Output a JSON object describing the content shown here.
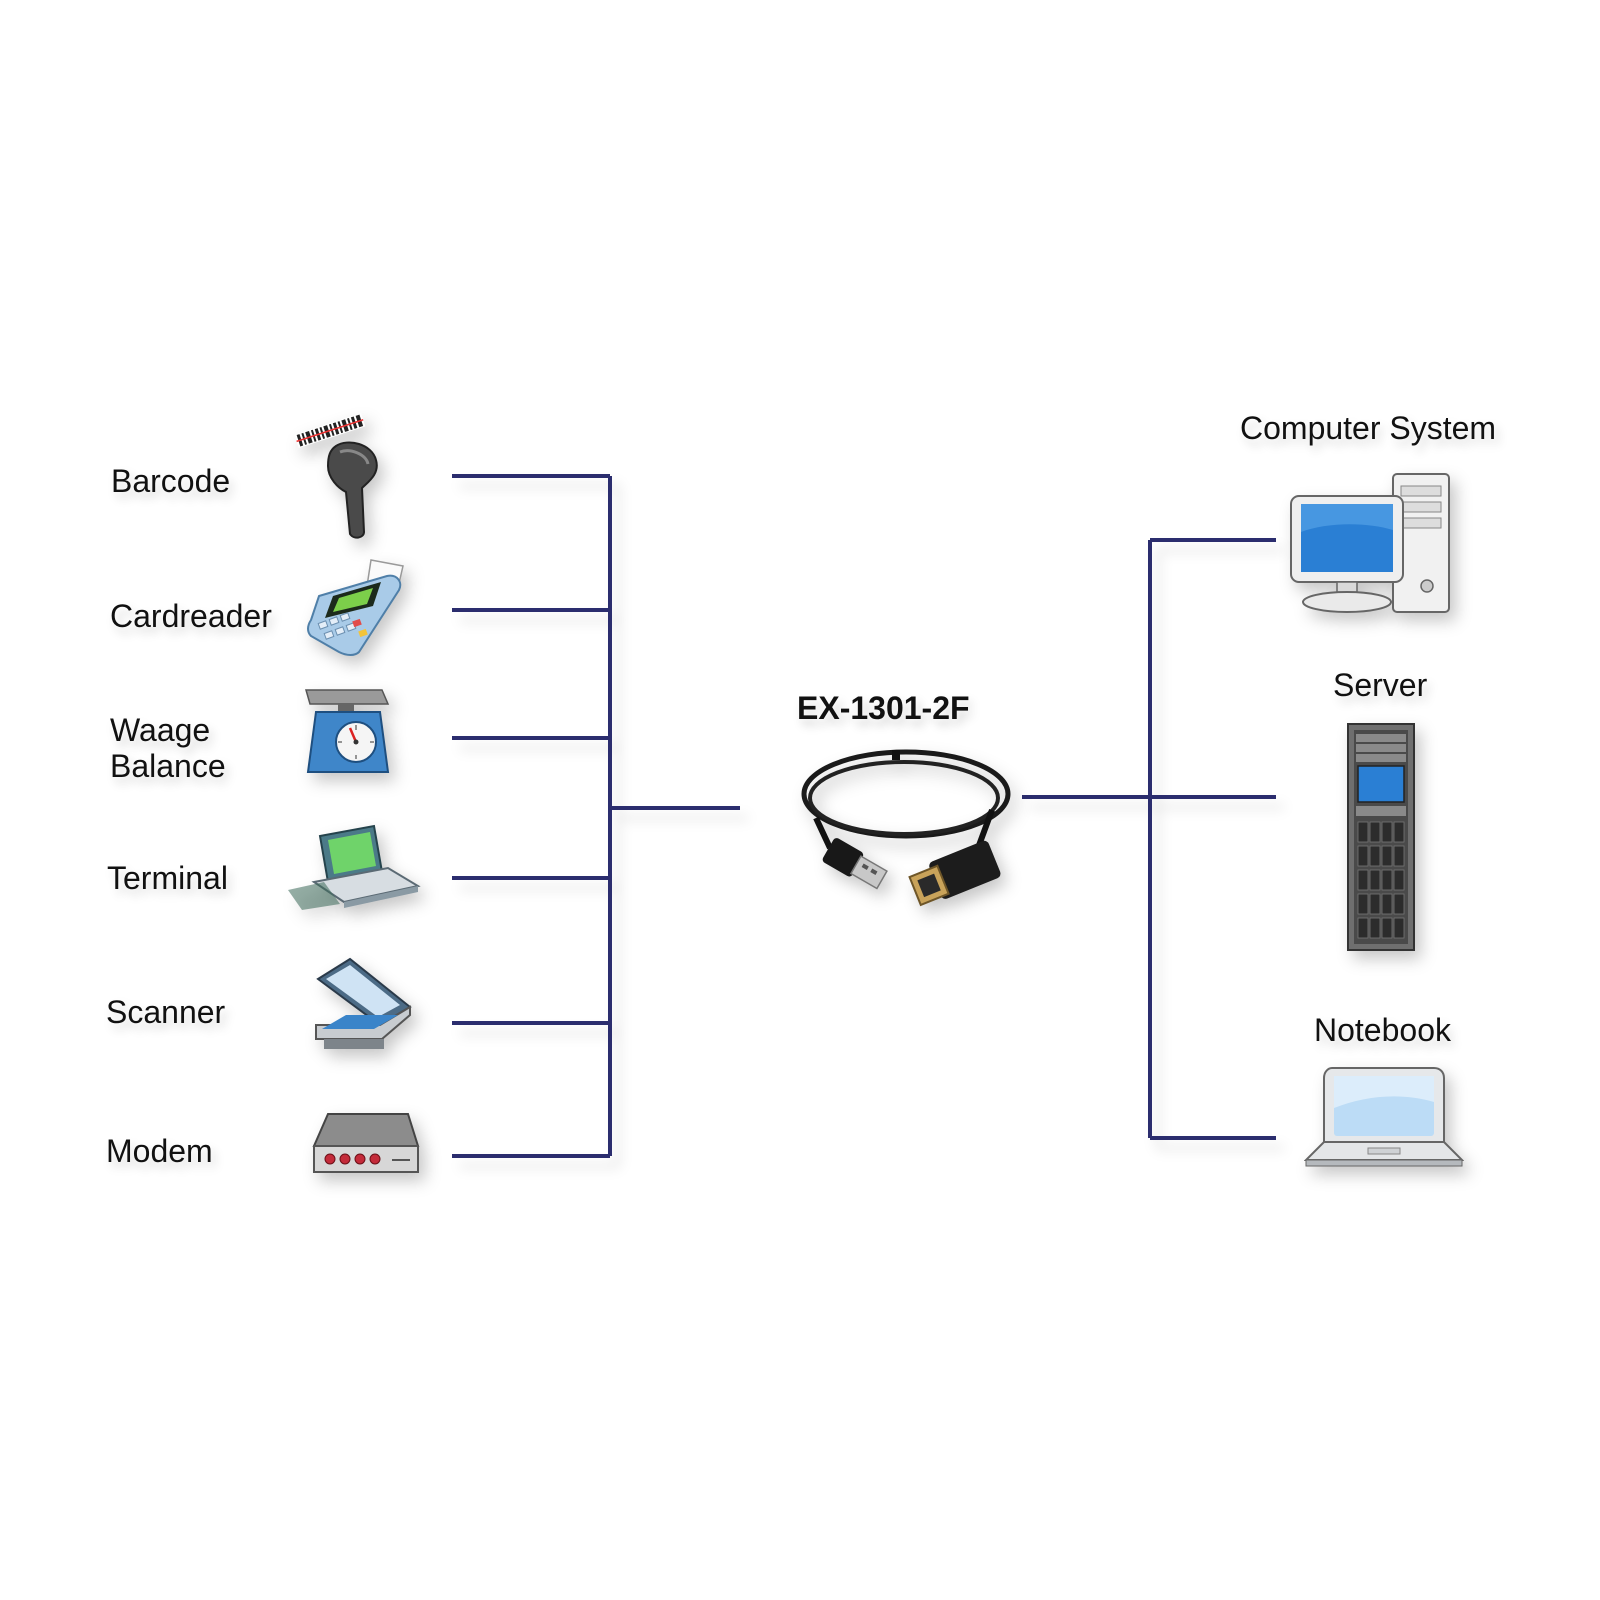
{
  "device": {
    "model": "EX-1301-2F"
  },
  "peripherals": [
    {
      "label": "Barcode",
      "icon": "barcode-scanner-icon"
    },
    {
      "label": "Cardreader",
      "icon": "card-reader-icon"
    },
    {
      "label_line1": "Waage",
      "label_line2": "Balance",
      "icon": "scale-icon"
    },
    {
      "label": "Terminal",
      "icon": "terminal-icon"
    },
    {
      "label": "Scanner",
      "icon": "flatbed-scanner-icon"
    },
    {
      "label": "Modem",
      "icon": "modem-icon"
    }
  ],
  "hosts": [
    {
      "label": "Computer System",
      "icon": "desktop-computer-icon"
    },
    {
      "label": "Server",
      "icon": "server-rack-icon"
    },
    {
      "label": "Notebook",
      "icon": "notebook-icon"
    }
  ],
  "colors": {
    "line": "#2b2d6e",
    "screen": "#2a7fd4"
  }
}
